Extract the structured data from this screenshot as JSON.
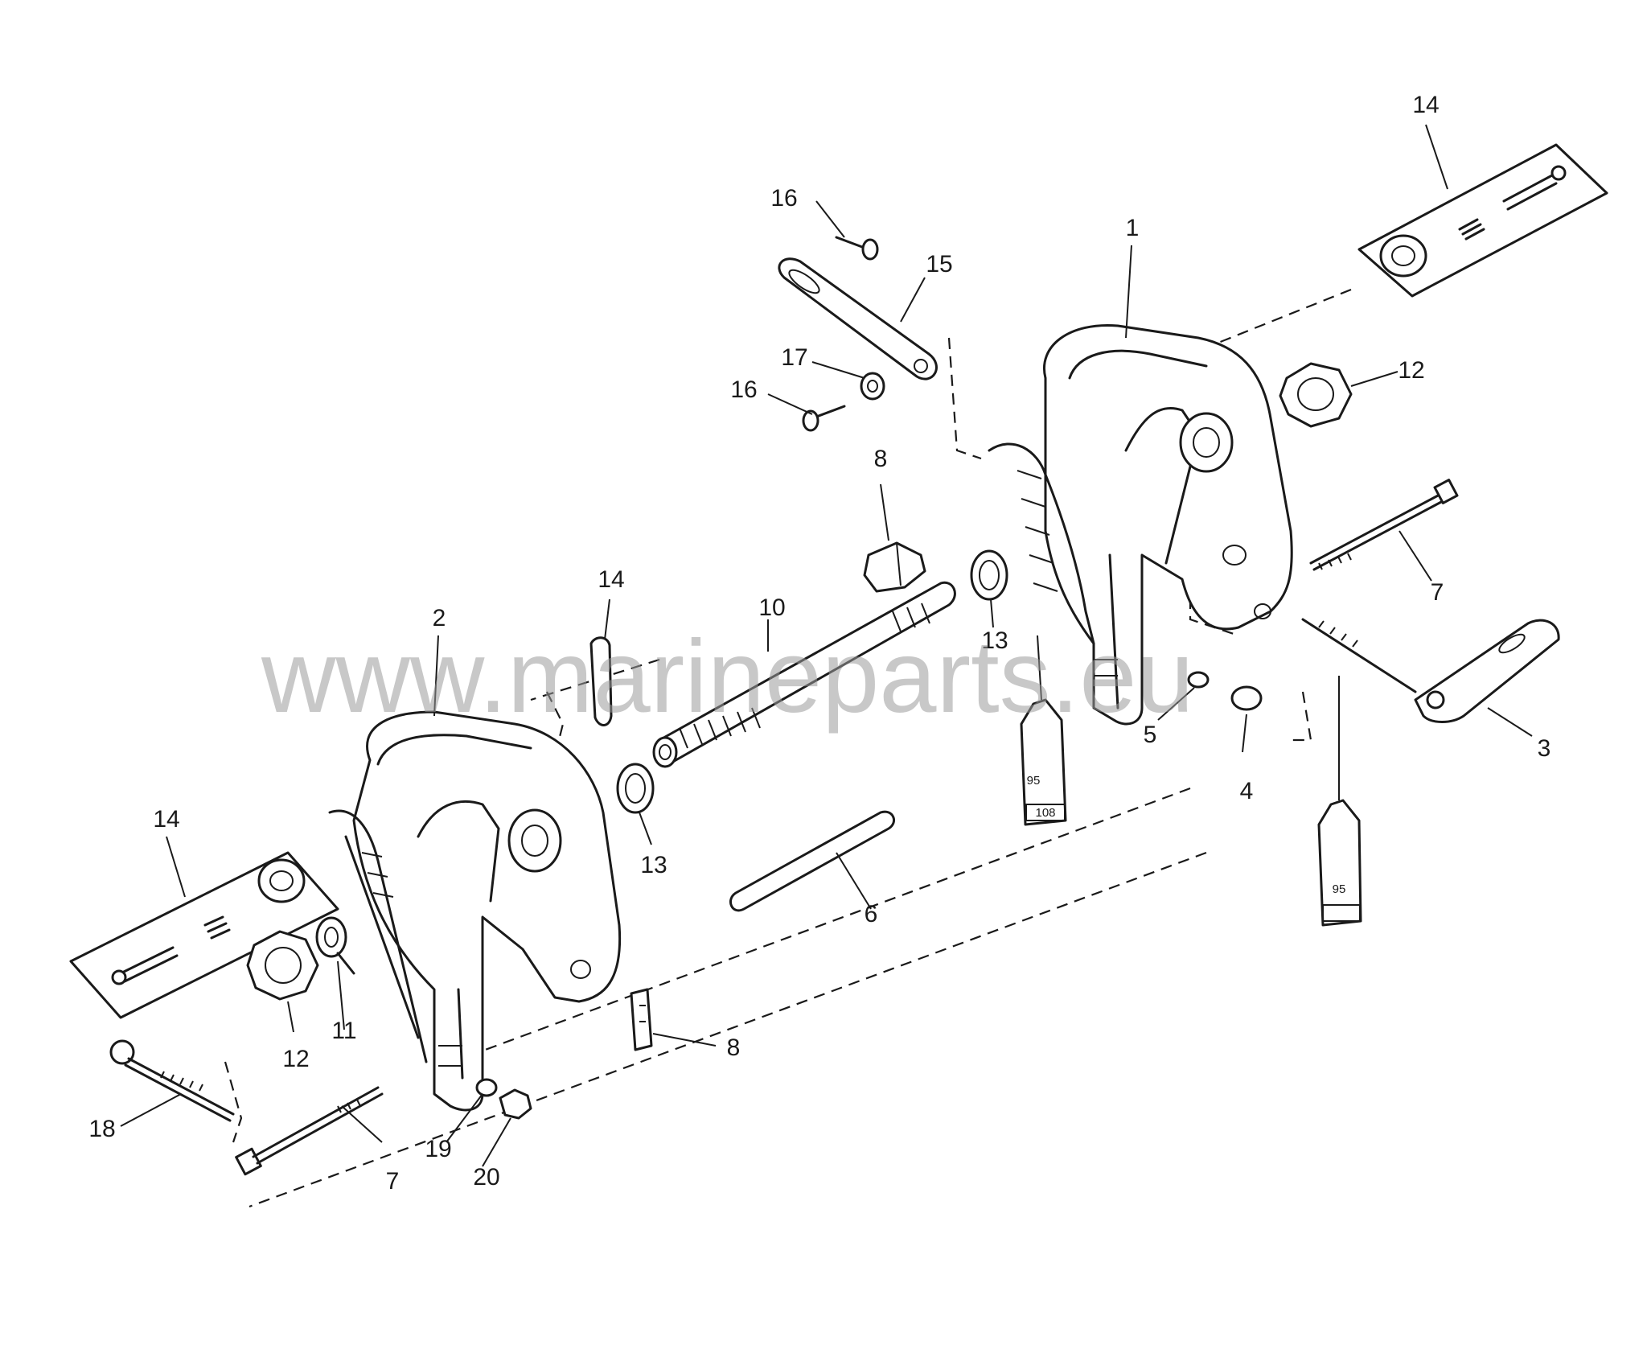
{
  "watermark": "www.marineparts.eu",
  "tube_labels": {
    "tube_a_top": "95",
    "tube_a_bottom": "108",
    "tube_b": "95"
  },
  "callouts": {
    "c1": "1",
    "c2": "2",
    "c3": "3",
    "c4": "4",
    "c5": "5",
    "c6": "6",
    "c7a": "7",
    "c7b": "7",
    "c8a": "8",
    "c8b": "8",
    "c10": "10",
    "c11": "11",
    "c12a": "12",
    "c12b": "12",
    "c13a": "13",
    "c13b": "13",
    "c14a": "14",
    "c14b": "14",
    "c14c": "14",
    "c15": "15",
    "c16a": "16",
    "c16b": "16",
    "c17": "17",
    "c18": "18",
    "c19": "19",
    "c20": "20"
  },
  "colors": {
    "line": "#1a1a1a",
    "watermark": "#9a9a9a",
    "background": "#ffffff"
  }
}
